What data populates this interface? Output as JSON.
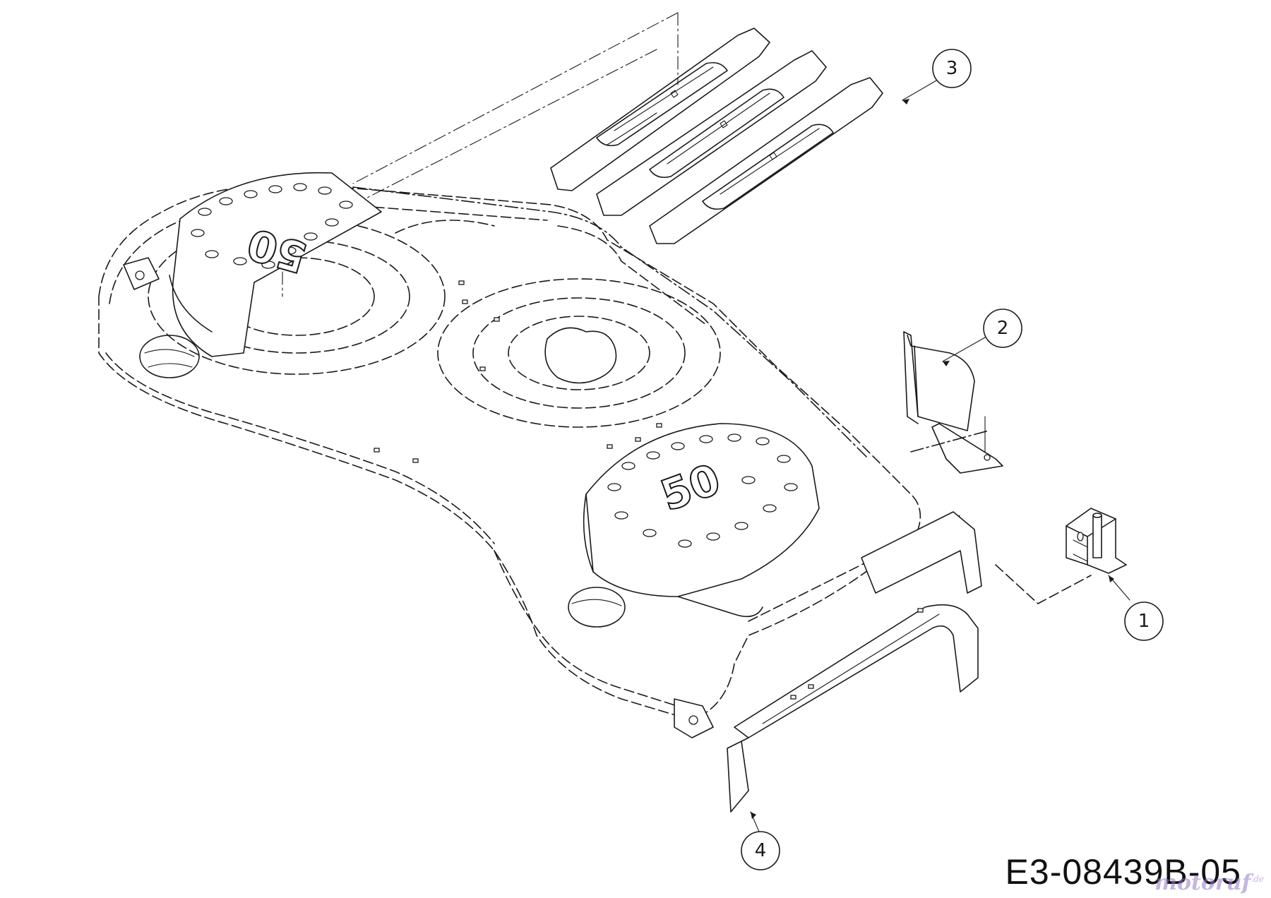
{
  "callouts": [
    {
      "id": "1",
      "label": "1"
    },
    {
      "id": "2",
      "label": "2"
    },
    {
      "id": "3",
      "label": "3"
    },
    {
      "id": "4",
      "label": "4"
    }
  ],
  "deck_marks": {
    "left_cover": "50",
    "right_cover": "50"
  },
  "drawing_code": "E3-08439B-05",
  "watermark": {
    "name": "motoruf",
    "suffix": ".de"
  }
}
